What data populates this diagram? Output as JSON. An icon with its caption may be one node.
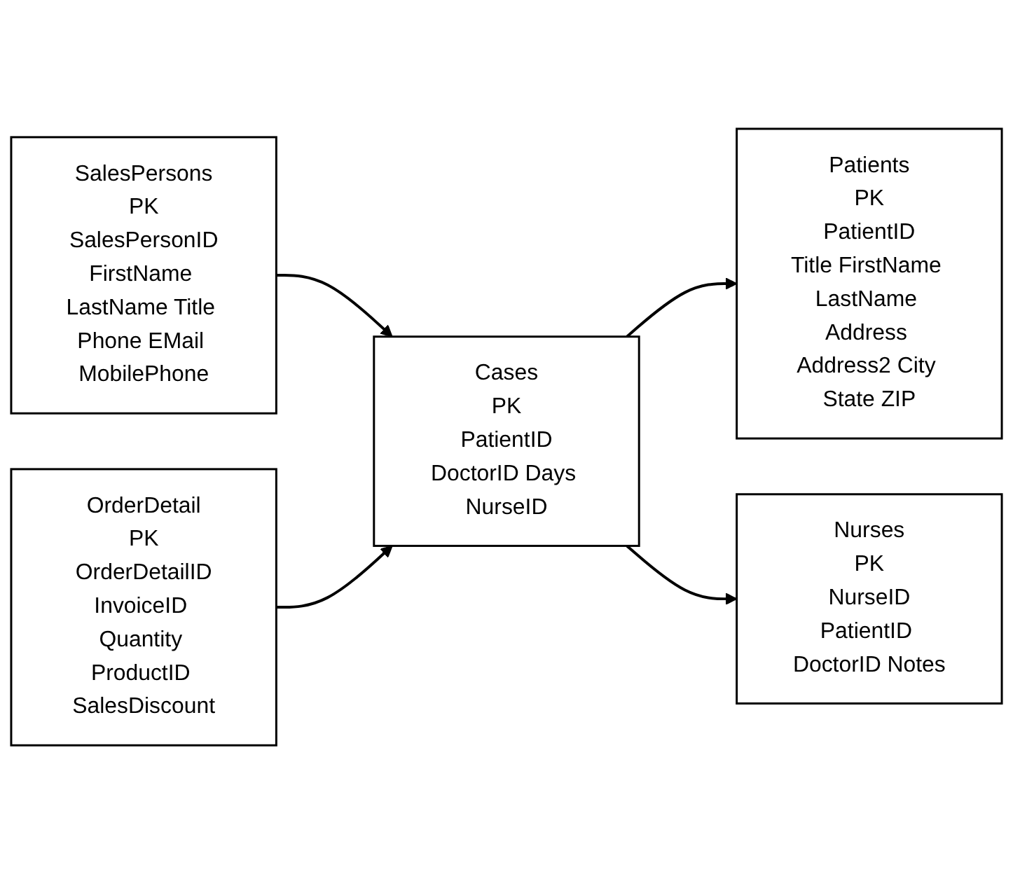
{
  "diagram": {
    "nodes": [
      {
        "text": [
          "Patients",
          "PK",
          "PatientID",
          "Title FirstName LastName Address Address2 City State ZIP"
        ]
      },
      {
        "text": [
          "Nurses",
          "PK",
          "NurseID",
          "PatientID DoctorID Notes"
        ]
      },
      {
        "text": [
          "Cases",
          "PK",
          "PatientID",
          "DoctorID Days NurseID"
        ]
      },
      {
        "text": [
          "SalesPersons",
          "PK",
          "SalesPersonID",
          "FirstName LastName Title Phone EMail MobilePhone"
        ]
      },
      {
        "text": [
          "OrderDetail",
          "PK",
          "OrderDetailID",
          "InvoiceID Quantity ProductID SalesDiscount"
        ]
      }
    ],
    "edges": [
      {
        "from": 2,
        "to": 0,
        "arrow": "to"
      },
      {
        "from": 2,
        "to": 1,
        "arrow": "to"
      },
      {
        "from": 3,
        "to": 2,
        "arrow": "to"
      },
      {
        "from": 4,
        "to": 2,
        "arrow": "to"
      }
    ]
  }
}
